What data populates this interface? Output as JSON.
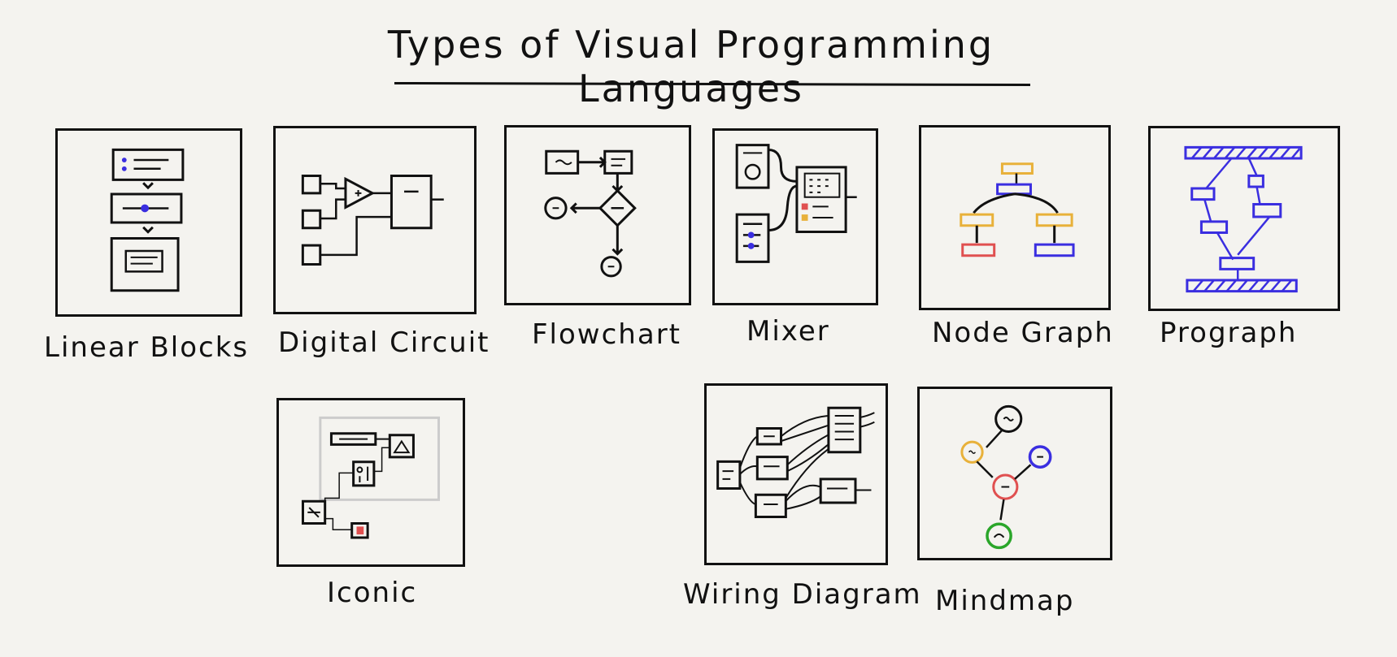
{
  "title": "Types of Visual Programming Languages",
  "colors": {
    "ink": "#111111",
    "paper": "#f4f3ef",
    "blue": "#3a2ee0",
    "yellow": "#e8b13a",
    "red": "#e05050",
    "green": "#2aa62a",
    "gray": "#cccccc"
  },
  "cards": {
    "linear_blocks": "Linear Blocks",
    "digital_circuit": "Digital Circuit",
    "flowchart": "Flowchart",
    "mixer": "Mixer",
    "node_graph": "Node Graph",
    "prograph": "Prograph",
    "iconic": "Iconic",
    "wiring_diagram": "Wiring Diagram",
    "mindmap": "Mindmap"
  }
}
